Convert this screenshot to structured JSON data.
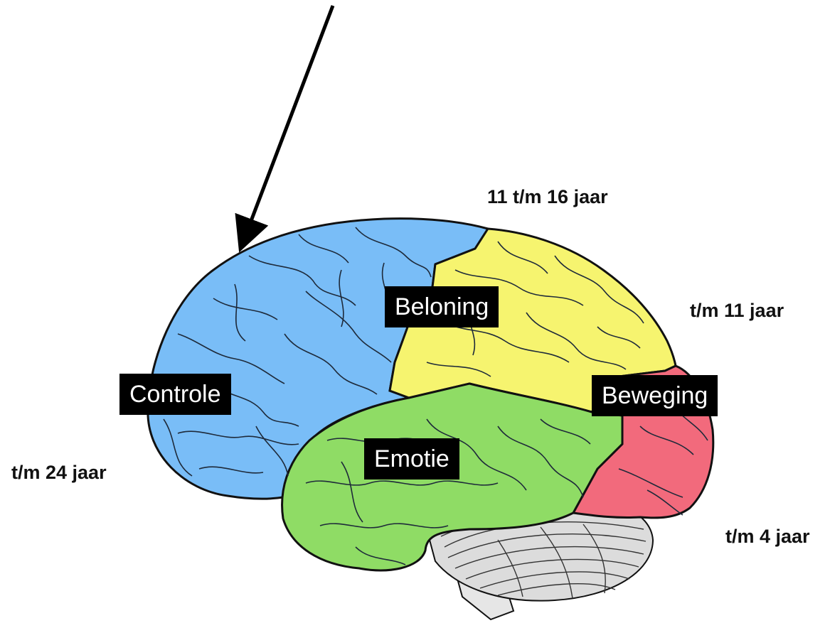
{
  "colors": {
    "control": "#79bdf7",
    "reward": "#f6f46f",
    "emotion": "#8fdc65",
    "movement": "#f26a7c",
    "cerebellum": "#dcdcdc",
    "outline": "#111111"
  },
  "regions": {
    "control": "Controle",
    "reward": "Beloning",
    "emotion": "Emotie",
    "movement": "Beweging"
  },
  "ages": {
    "control": "t/m 24 jaar",
    "reward": "11 t/m 16 jaar",
    "reward_back": "t/m 11 jaar",
    "movement": "t/m 4 jaar"
  },
  "icons": {
    "pointer": "arrow-icon"
  }
}
